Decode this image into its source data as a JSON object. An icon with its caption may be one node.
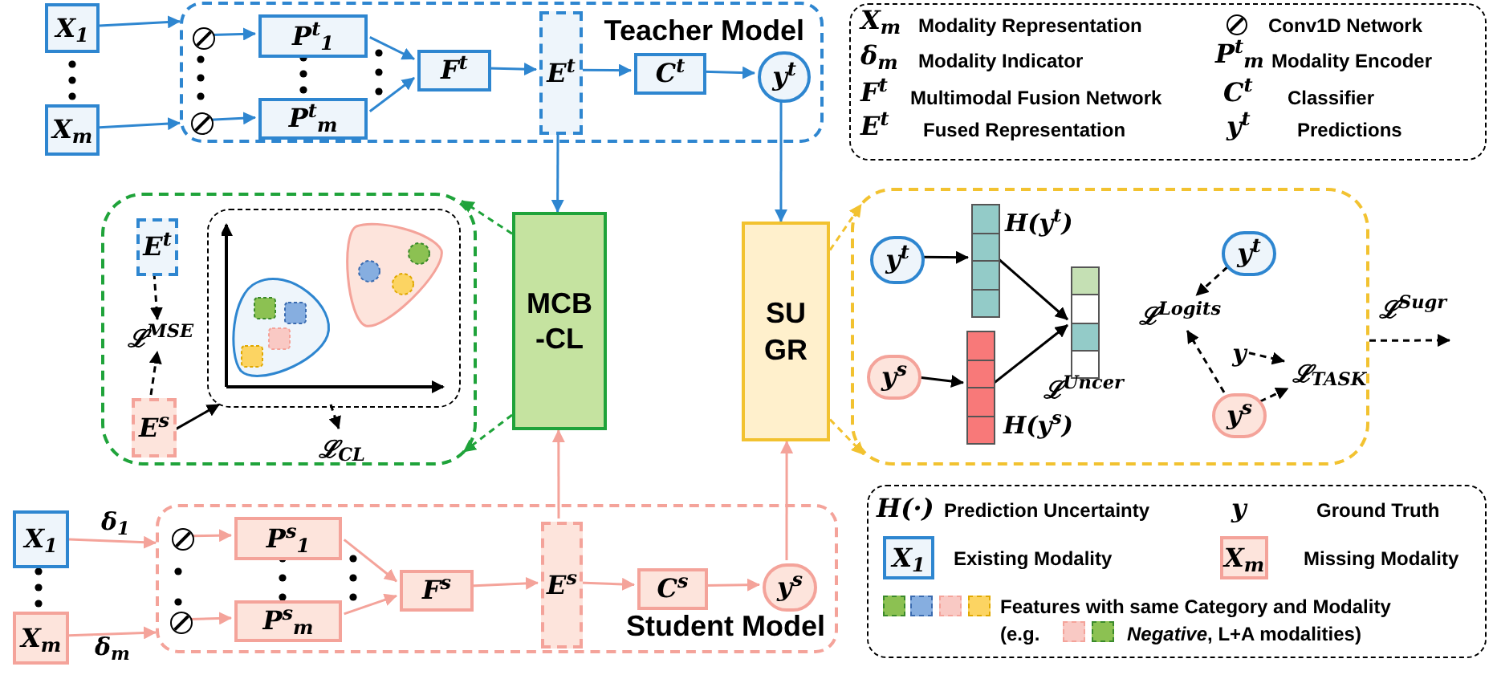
{
  "diagram": {
    "nodes": [
      {
        "text": [
          "X$_{1}$"
        ]
      },
      {
        "text": [
          "X$_{m}$"
        ]
      },
      {
        "text": [
          "Teacher Model"
        ]
      },
      {
        "text": [],
        "shape": "circle",
        "in": 2
      },
      {
        "text": [],
        "shape": "circle",
        "in": 2
      },
      {
        "text": [
          "P$^{t}$$_{1}$"
        ],
        "in": 2
      },
      {
        "text": [
          "P$^{t}$$_{m}$"
        ],
        "in": 2
      },
      {
        "text": [
          "F$^{t}$"
        ],
        "in": 2
      },
      {
        "text": [
          "E$^{t}$"
        ],
        "in": 2
      },
      {
        "text": [
          "C$^{t}$"
        ],
        "in": 2
      },
      {
        "text": [
          "y$^{t}$"
        ],
        "in": 2
      },
      {
        "text": [],
        "shape": "box"
      },
      {
        "text": [
          "E$^{t}$"
        ],
        "in": 11
      },
      {
        "text": [
          "ℒ$^{MSE}$"
        ],
        "in": 11
      },
      {
        "text": [
          "E$^{s}$"
        ],
        "in": 11
      },
      {
        "text": [],
        "shape": "picture",
        "in": 11
      },
      {
        "text": [
          "ℒ$_{CL}$"
        ],
        "in": 11
      },
      {
        "text": [
          "MCB -CL"
        ]
      },
      {
        "text": [
          "SU GR"
        ]
      },
      {
        "text": [],
        "shape": "box"
      },
      {
        "text": [
          "y$^{t}$"
        ],
        "in": 19
      },
      {
        "text": [],
        "shape": "bar",
        "beside": [
          "H(y$^{t}$)"
        ],
        "in": 19
      },
      {
        "text": [
          "y$^{s}$"
        ],
        "in": 19
      },
      {
        "text": [],
        "shape": "bar",
        "beside": [
          "H(y$^{s}$)"
        ],
        "in": 19
      },
      {
        "text": [],
        "shape": "bar",
        "beside": [
          "ℒ$^{Uncer}$"
        ],
        "in": 19
      },
      {
        "text": [
          "y$^{t}$"
        ],
        "in": 19
      },
      {
        "text": [
          "ℒ$^{Logits}$"
        ],
        "in": 19
      },
      {
        "text": [
          "y"
        ],
        "in": 19
      },
      {
        "text": [
          "ℒ$_{TASK}$"
        ],
        "in": 19
      },
      {
        "text": [
          "y$^{s}$"
        ],
        "in": 19
      },
      {
        "text": [
          "X$_{1}$"
        ]
      },
      {
        "text": [
          "X$_{m}$"
        ]
      },
      {
        "text": [
          "Student Model"
        ]
      },
      {
        "text": [],
        "shape": "circle",
        "in": 32
      },
      {
        "text": [],
        "shape": "circle",
        "in": 32
      },
      {
        "text": [
          "P$^{s}$$_{1}$"
        ],
        "in": 32
      },
      {
        "text": [
          "P$^{s}$$_{m}$"
        ],
        "in": 32
      },
      {
        "text": [
          "F$^{s}$"
        ],
        "in": 32
      },
      {
        "text": [
          "E$^{s}$"
        ],
        "in": 32
      },
      {
        "text": [
          "C$^{s}$"
        ],
        "in": 32
      },
      {
        "text": [
          "y$^{s}$"
        ],
        "in": 32
      },
      {
        "text": [
          "X$_{1}$"
        ]
      },
      {
        "text": [
          "X$_{m}$"
        ]
      }
    ],
    "edges": [
      {
        "from": 0,
        "to": 2,
        "arrow": "to",
        "color": "#2e86d0"
      },
      {
        "from": 1,
        "to": 2,
        "arrow": "to",
        "color": "#2e86d0"
      },
      {
        "from": 3,
        "to": 5,
        "arrow": "to",
        "color": "#2e86d0"
      },
      {
        "from": 4,
        "to": 6,
        "arrow": "to",
        "color": "#2e86d0"
      },
      {
        "from": 5,
        "to": 7,
        "arrow": "to",
        "color": "#2e86d0"
      },
      {
        "from": 6,
        "to": 7,
        "arrow": "to",
        "color": "#2e86d0"
      },
      {
        "from": 7,
        "to": 8,
        "arrow": "to",
        "color": "#2e86d0"
      },
      {
        "from": 8,
        "to": 9,
        "arrow": "to",
        "color": "#2e86d0"
      },
      {
        "from": 9,
        "to": 10,
        "arrow": "to",
        "color": "#2e86d0"
      },
      {
        "from": 8,
        "to": 17,
        "arrow": "to",
        "color": "#2e86d0"
      },
      {
        "from": 10,
        "to": 18,
        "arrow": "to",
        "color": "#2e86d0"
      },
      {
        "from": 17,
        "to": 11,
        "arrow": "to",
        "style": "dashed",
        "color": "#1fa33a"
      },
      {
        "from": 17,
        "to": 11,
        "arrow": "to",
        "style": "dashed",
        "color": "#1fa33a"
      },
      {
        "from": 12,
        "to": 13,
        "arrow": "to",
        "style": "dashed"
      },
      {
        "from": 14,
        "to": 13,
        "arrow": "to",
        "style": "dashed"
      },
      {
        "from": 14,
        "to": 15,
        "arrow": "to"
      },
      {
        "from": 15,
        "to": 16,
        "arrow": "to",
        "style": "dashed"
      },
      {
        "from": 18,
        "to": 19,
        "arrow": "to",
        "style": "dashed",
        "color": "#f2c230"
      },
      {
        "from": 18,
        "to": 19,
        "arrow": "to",
        "style": "dashed",
        "color": "#f2c230"
      },
      {
        "from": 20,
        "to": 21,
        "arrow": "to"
      },
      {
        "from": 22,
        "to": 23,
        "arrow": "to"
      },
      {
        "from": 21,
        "to": 24,
        "arrow": "to"
      },
      {
        "from": 23,
        "to": 24,
        "arrow": "to"
      },
      {
        "from": 25,
        "to": 26,
        "arrow": "to",
        "style": "dashed"
      },
      {
        "from": 29,
        "to": 26,
        "arrow": "to",
        "style": "dashed"
      },
      {
        "from": 27,
        "to": 28,
        "arrow": "to",
        "style": "dashed"
      },
      {
        "from": 29,
        "to": 28,
        "arrow": "to",
        "style": "dashed"
      },
      {
        "from": 19,
        "to": null,
        "arrow": "to",
        "style": "dashed",
        "label": "ℒ$^{Sugr}$"
      },
      {
        "from": 30,
        "to": 32,
        "arrow": "to",
        "label": "δ$_{1}$",
        "color": "#f4a39a"
      },
      {
        "from": 31,
        "to": 32,
        "arrow": "to",
        "label": "δ$_{m}$",
        "color": "#f4a39a"
      },
      {
        "from": 33,
        "to": 35,
        "arrow": "to",
        "color": "#f4a39a"
      },
      {
        "from": 34,
        "to": 36,
        "arrow": "to",
        "color": "#f4a39a"
      },
      {
        "from": 35,
        "to": 37,
        "arrow": "to",
        "color": "#f4a39a"
      },
      {
        "from": 36,
        "to": 37,
        "arrow": "to",
        "color": "#f4a39a"
      },
      {
        "from": 37,
        "to": 38,
        "arrow": "to",
        "color": "#f4a39a"
      },
      {
        "from": 38,
        "to": 39,
        "arrow": "to",
        "color": "#f4a39a"
      },
      {
        "from": 39,
        "to": 40,
        "arrow": "to",
        "color": "#f4a39a"
      },
      {
        "from": 38,
        "to": 17,
        "arrow": "to",
        "color": "#f4a39a"
      },
      {
        "from": 40,
        "to": 18,
        "arrow": "to",
        "color": "#f4a39a"
      }
    ],
    "labels": [
      "X$_{m}$",
      "δ$_{m}$",
      "P$^{t}$$_{m}$",
      "F$^{t}$",
      "C$^{t}$",
      "E$^{t}$",
      "y$^{t}$",
      "H(·)",
      "y",
      "(e.g.",
      "*Negative*, L+A modalities)"
    ],
    "legend": [
      {
        "text": "Modality Representation"
      },
      {
        "text": "Conv1D Network"
      },
      {
        "text": "Modality Indicator"
      },
      {
        "text": "Modality Encoder"
      },
      {
        "text": "Multimodal Fusion Network"
      },
      {
        "text": "Classifier"
      },
      {
        "text": "Fused Representation"
      },
      {
        "text": "Predictions"
      },
      {
        "text": "Prediction Uncertainty"
      },
      {
        "text": "Ground Truth"
      },
      {
        "text": "Existing Modality"
      },
      {
        "text": "Missing Modality"
      },
      {
        "text": "Features with same Category and Modality"
      }
    ]
  }
}
